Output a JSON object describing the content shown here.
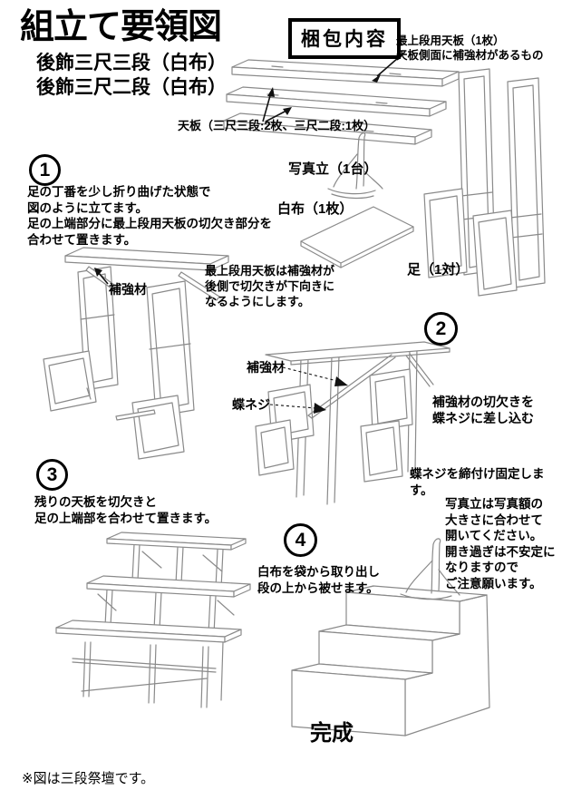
{
  "doc": {
    "title": "組立て要領図",
    "subtitle1": "後飾三尺三段（白布）",
    "subtitle2": "後飾三尺二段（白布）",
    "footer": "※図は三段祭壇です。",
    "ink_color": "#000000",
    "line_art_color": "#8a8a8a"
  },
  "package": {
    "heading": "梱包内容",
    "top_board_label": "最上段用天板（1枚）\n天板側面に補強材があるもの",
    "boards_label": "天板（三尺三段:2枚、三尺二段:1枚）",
    "photo_stand_label": "写真立（1台）",
    "cloth_label": "白布（1枚）",
    "legs_label": "足（1対）"
  },
  "step1": {
    "number": "1",
    "instructions": "足の丁番を少し折り曲げた状態で\n図のように立てます。\n足の上端部分に最上段用天板の切欠き部分を\n合わせて置きます。",
    "brace_label": "補強材",
    "note": "最上段用天板は補強材が\n後側で切欠きが下向きに\nなるようにします。"
  },
  "step2": {
    "number": "2",
    "brace_label": "補強材",
    "screw_label": "蝶ネジ",
    "note_insert": "補強材の切欠きを\n蝶ネジに差し込む",
    "note_fix": "蝶ネジを締付け固定します。"
  },
  "step3": {
    "number": "3",
    "instructions": "残りの天板を切欠きと\n足の上端部を合わせて置きます。"
  },
  "step4": {
    "number": "4",
    "instructions": "白布を袋から取り出し\n段の上から被せます。",
    "photo_note": "写真立は写真額の\n大きさに合わせて\n開いてください。\n開き過ぎは不安定に\nなりますので\nご注意願います。",
    "complete_label": "完成"
  }
}
